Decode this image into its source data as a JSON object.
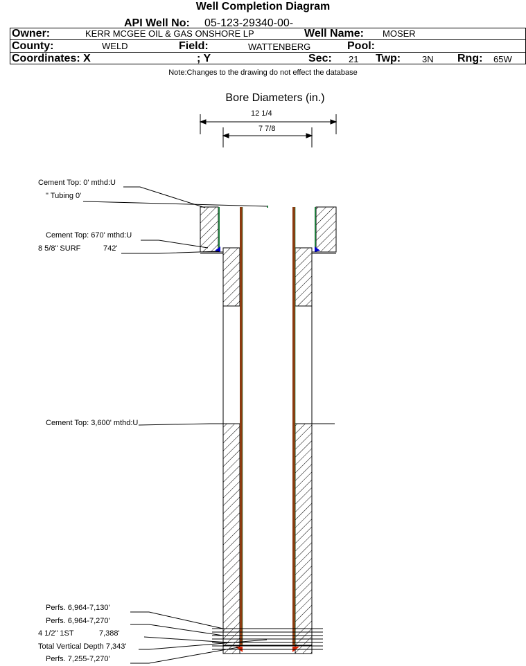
{
  "header": {
    "title": "Well Completion Diagram",
    "api_label": "API Well No:",
    "api_value": "05-123-29340-00-",
    "owner_label": "Owner:",
    "owner_value": "KERR MCGEE OIL & GAS ONSHORE LP",
    "well_name_label": "Well Name:",
    "well_name_value": "MOSER",
    "county_label": "County:",
    "county_value": "WELD",
    "field_label": "Field:",
    "field_value": "WATTENBERG",
    "pool_label": "Pool:",
    "pool_value": "",
    "coord_label": "Coordinates: X",
    "coord_y_label": "; Y",
    "sec_label": "Sec:",
    "sec_value": "21",
    "twp_label": "Twp:",
    "twp_value": "3N",
    "rng_label": "Rng:",
    "rng_value": "65W"
  },
  "note": "Note:Changes to the drawing do not effect the database",
  "bore": {
    "title": "Bore Diameters (in.)",
    "outer": "12 1/4",
    "inner": "7 7/8"
  },
  "labels": {
    "cement_top_surface": "Cement Top: 0' mthd:U",
    "tubing": "\" Tubing 0'",
    "cement_top_670": "Cement Top: 670' mthd:U",
    "surf_casing": "8 5/8\" SURF",
    "surf_depth": "742'",
    "cement_top_3600": "Cement Top: 3,600' mthd:U",
    "perfs_1": "Perfs. 6,964-7,130'",
    "perfs_2": "Perfs. 6,964-7,270'",
    "prod_casing": "4 1/2\" 1ST",
    "prod_depth": "7,388'",
    "tvd": "Total Vertical Depth 7,343'",
    "perfs_3": "Perfs. 7,255-7,270'"
  },
  "colors": {
    "tubing": "#8B3A0F",
    "surface_casing_line": "#1E7B3C",
    "shoe": "#0000CC",
    "plug": "#DD2200"
  }
}
